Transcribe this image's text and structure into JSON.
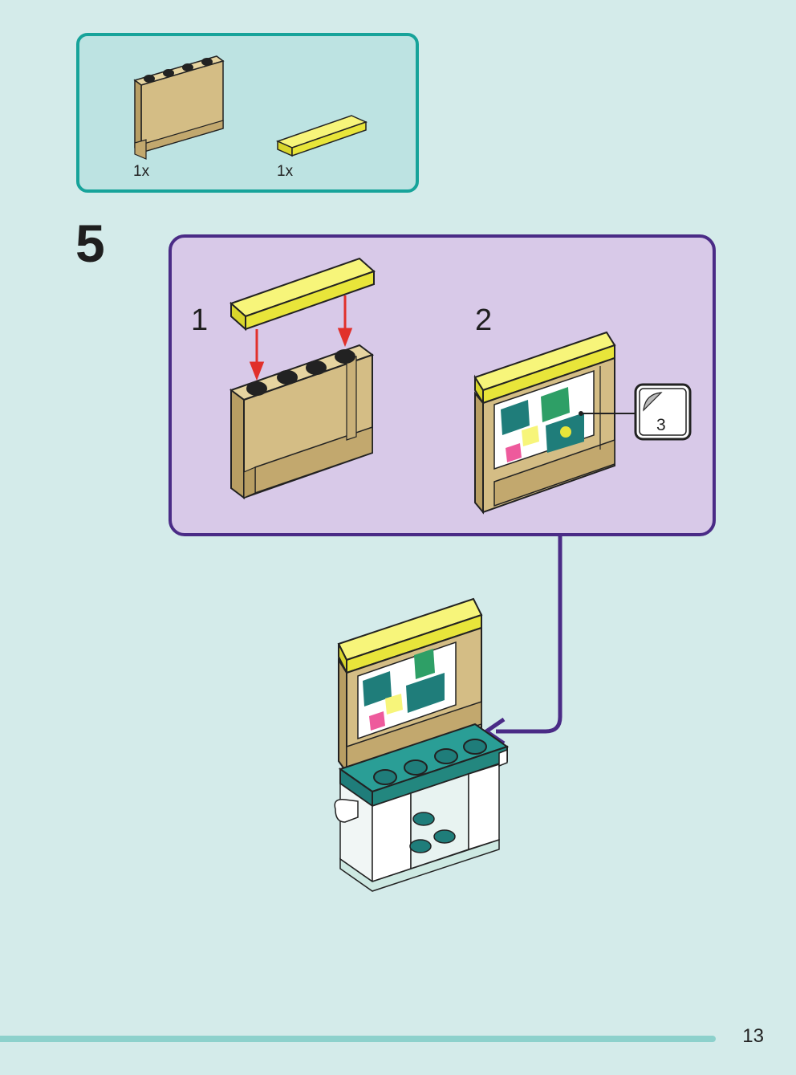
{
  "parts_list": {
    "items": [
      {
        "name": "tan-panel-1x4x3",
        "qty": "1x",
        "color": "#d4bd85"
      },
      {
        "name": "yellow-tile-1x4",
        "qty": "1x",
        "color": "#f2f03c"
      }
    ]
  },
  "step": {
    "number": "5",
    "substeps": [
      {
        "number": "1"
      },
      {
        "number": "2",
        "sticker_count": "3"
      }
    ]
  },
  "colors": {
    "background": "#d4ebea",
    "parts_border": "#17a39a",
    "substep_border": "#4a2b86",
    "substep_fill": "#d8c9e8",
    "arrow_red": "#e1302b",
    "tan": "#d4bd85",
    "yellow": "#f2f03c",
    "teal": "#1f7d7a"
  },
  "footer": {
    "page_number": "13"
  }
}
